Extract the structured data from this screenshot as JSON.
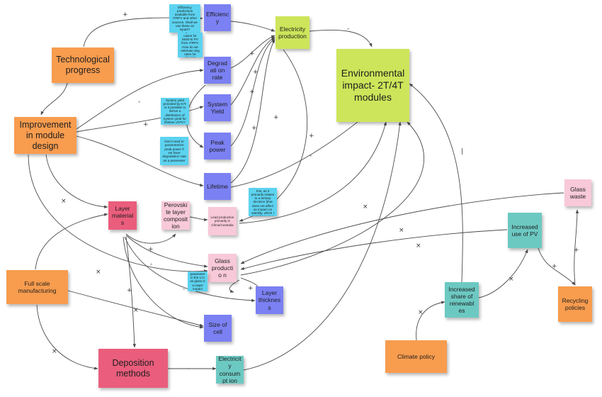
{
  "colors": {
    "orange": "#f89c4e",
    "blue": "#7b80f3",
    "lime": "#cde55a",
    "cyan": "#5cd3f0",
    "pink": "#f8c9d8",
    "rose": "#ea5d7c",
    "teal": "#6cc9c2",
    "edge": "#4a4a4a"
  },
  "nodes": {
    "technological_progress": "Technological progress",
    "efficiency": "Efficiency",
    "efficiency_note": "Efficiency predictions available from ITRPV and other sources. Shall we use these as inputs?",
    "degradation_note": "Degradation cases for Multi-Si PV from ITRPV. How do we estimate deg rates for future?",
    "degradation_rate": "Degradati on rate",
    "electricity_production": "Electricity production",
    "environmental_impact": "Environmental impact- 2T/4T modules",
    "system_yield_note": "System yield provided by KIT. Is it possible to derive a distribution of system yield for lifetime of PV?",
    "system_yield": "System Yield",
    "improvement_module_design": "Improvement in module design",
    "peak_power_note": "Don't need to parameterize peak power if we have degradation rate as a parameter",
    "peak_power": "Peak power",
    "lifetime": "Lifetime",
    "lead_note": "Not sure how to parameterize this, as it primarily relates to a tertiary decision (that does not affect an impact on stability, which I don't have as a parameter)",
    "glass_waste": "Glass waste",
    "layer_materials": "Layer materials",
    "perovskite_composition": "Perovskite layer composition",
    "lead_production": "Lead production primarily in China/Australia",
    "increased_use_pv": "Increased use of PV",
    "glass_production": "Glass productio n",
    "glass_note": "This should be a parameter in the LCI as glass is a major impact based on previous material",
    "full_scale_manufacturing": "Full scale manufacturing",
    "layer_thickness": "Layer thickness",
    "increased_share_renewables": "Increased share of renewabl es",
    "recycling_policies": "Recycling policies",
    "size_of_cell": "Size of cell",
    "climate_policy": "Climate policy",
    "deposition_methods": "Deposition methods",
    "electricity_consumption": "Electricity consumpt ion"
  },
  "signs": {
    "plus": "+",
    "minus": "-",
    "cross": "×",
    "bar": "|"
  }
}
